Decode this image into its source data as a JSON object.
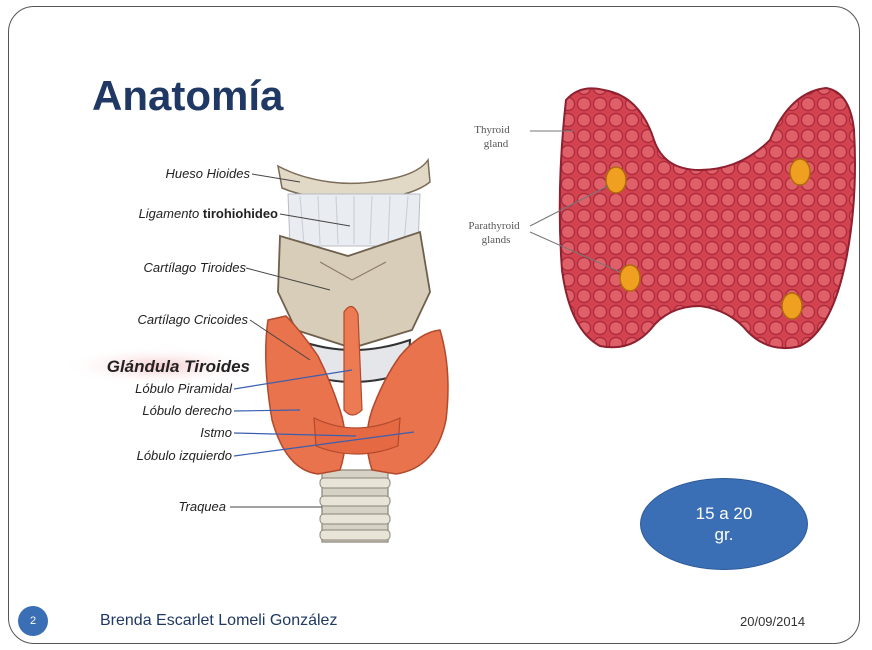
{
  "slide": {
    "title": "Anatomía",
    "page_number": "2",
    "author": "Brenda Escarlet Lomeli González",
    "date": "20/09/2014",
    "weight_note": "15 a 20 gr."
  },
  "left_figure": {
    "labels": {
      "hueso_hioides": "Hueso Hioides",
      "ligamento_a": "Ligamento ",
      "ligamento_b": "tirohiohideo",
      "cartilago_tiroides": "Cartílago Tiroides",
      "cartilago_cricoides": "Cartílago Cricoides",
      "glandula_tiroides": "Glándula Tiroides",
      "lobulo_piramidal": "Lóbulo Piramidal",
      "lobulo_derecho": "Lóbulo derecho",
      "istmo": "Istmo",
      "lobulo_izquierdo": "Lóbulo izquierdo",
      "traquea": "Traquea"
    }
  },
  "right_figure": {
    "labels": {
      "thyroid_1": "Thyroid",
      "thyroid_2": "gland",
      "parathyroid_1": "Parathyroid",
      "parathyroid_2": "glands"
    }
  }
}
